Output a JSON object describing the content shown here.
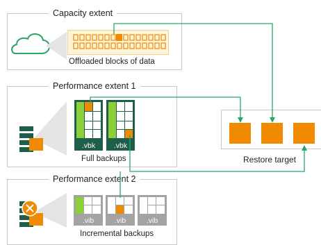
{
  "capacity": {
    "title": "Capacity extent",
    "caption": "Offloaded blocks of data"
  },
  "perf1": {
    "title": "Performance extent 1",
    "caption": "Full backups",
    "files": [
      ".vbk",
      ".vbk"
    ]
  },
  "perf2": {
    "title": "Performance extent 2",
    "caption": "Incremental backups",
    "files": [
      ".vib",
      ".vib",
      ".vib"
    ]
  },
  "restore": {
    "caption": "Restore target"
  },
  "colors": {
    "connector": "#2aa566",
    "accent": "#f08a00",
    "dark_file": "#1e5e4a",
    "light_file": "#a3a3a3",
    "highlight": "#8cd038",
    "cloud": "#2aa566"
  }
}
